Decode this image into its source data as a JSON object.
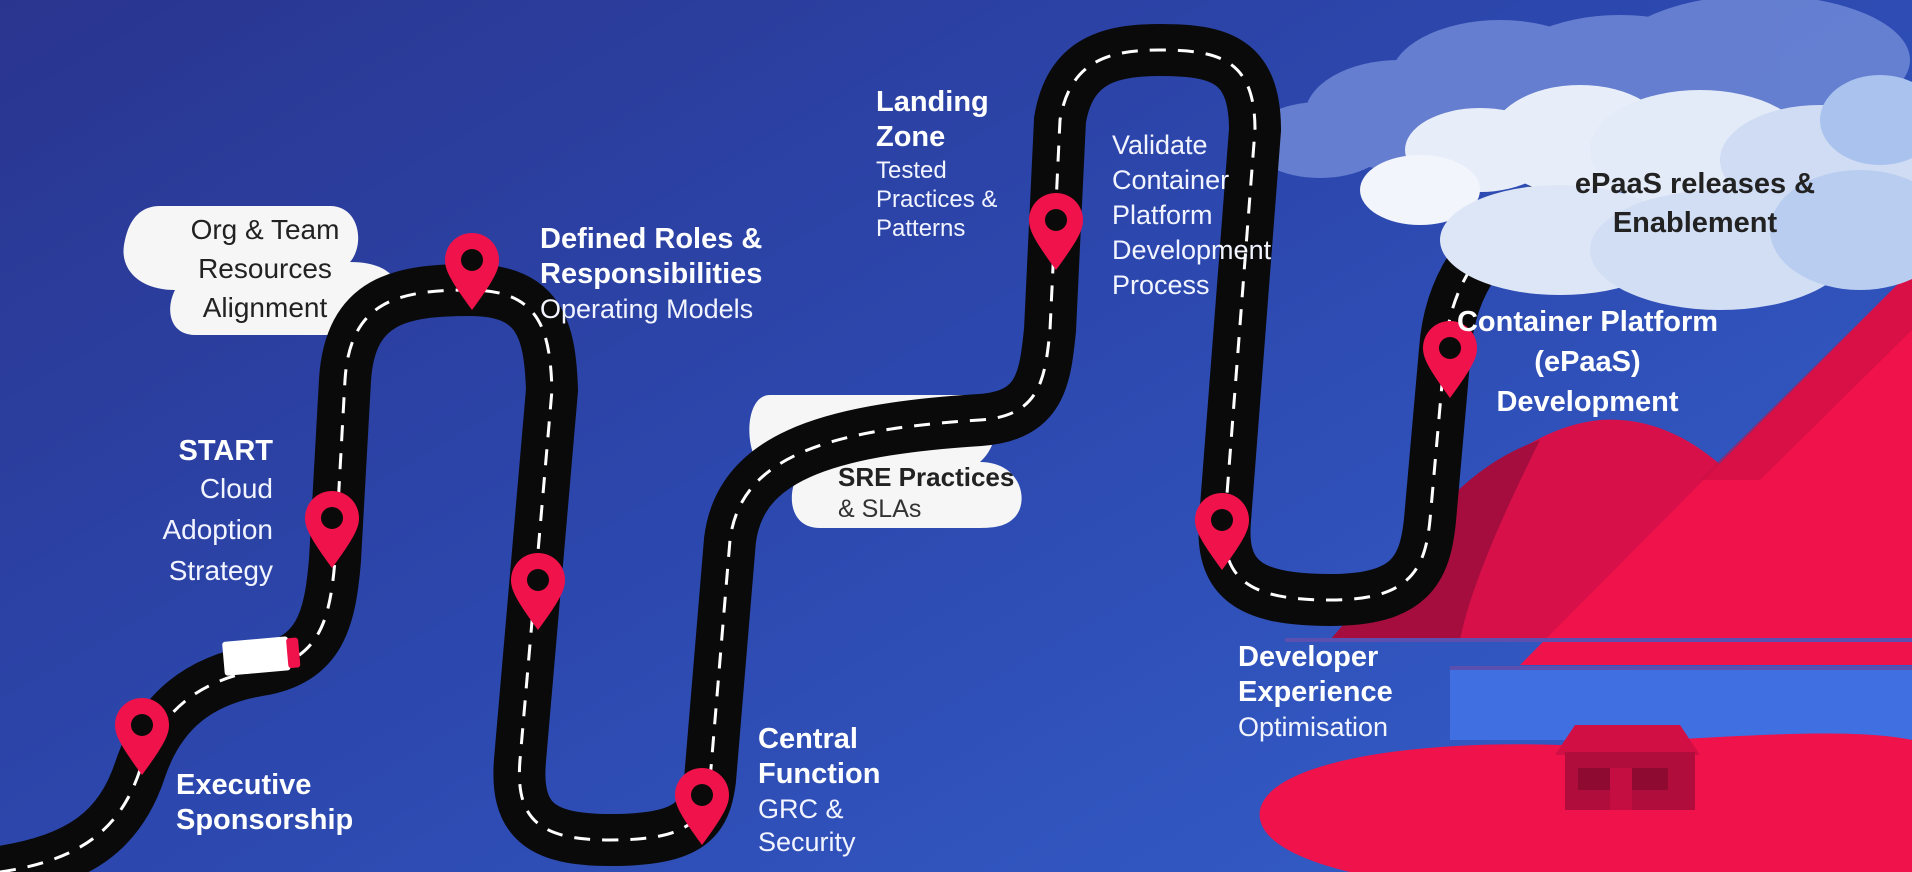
{
  "colors": {
    "background_top": "#2a358f",
    "background_bottom": "#3560cc",
    "road": "#0a0a0a",
    "road_dash": "#ffffff",
    "pin": "#f0124a",
    "mountain": "#f0124a",
    "mountain_shadow": "#b30d3f",
    "bubble": "#f6f6f6",
    "cloud": "#cfdcf3"
  },
  "icons": {
    "pin": "map-pin-icon",
    "truck": "truck-icon",
    "house": "house-icon",
    "cloud": "cloud-icon"
  },
  "milestones": {
    "executive": {
      "title": "Executive Sponsorship"
    },
    "start": {
      "title": "START",
      "subtitle": "Cloud Adoption Strategy"
    },
    "org_team": {
      "title": "Org & Team Resources Alignment"
    },
    "defined_roles": {
      "title": "Defined Roles & Responsibilities",
      "subtitle": "Operating Models"
    },
    "central_function": {
      "title": "Central Function",
      "subtitle": "GRC & Security"
    },
    "sre": {
      "title": "SRE Practices",
      "subtitle": "& SLAs"
    },
    "landing_zone": {
      "title": "Landing Zone",
      "subtitle": "Tested Practices & Patterns"
    },
    "validate": {
      "subtitle": "Validate Container Platform Development Process"
    },
    "developer_experience": {
      "title": "Developer Experience",
      "subtitle": "Optimisation"
    },
    "container_platform": {
      "title": "Container Platform (ePaaS) Development"
    },
    "epaas_releases": {
      "title": "ePaaS releases & Enablement"
    }
  }
}
